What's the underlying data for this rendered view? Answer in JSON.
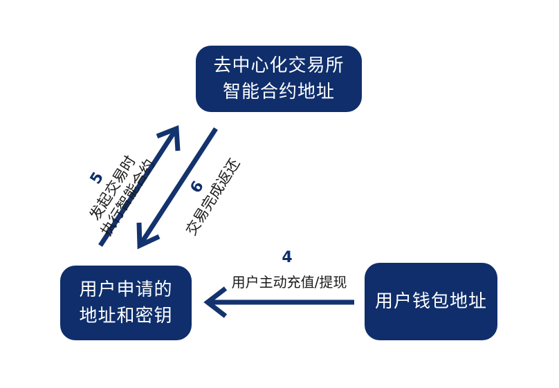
{
  "nodes": {
    "dex": {
      "line1": "去中心化交易所",
      "line2": "智能合约地址"
    },
    "user": {
      "line1": "用户申请的",
      "line2": "地址和密钥"
    },
    "wallet": {
      "line1": "用户钱包地址"
    }
  },
  "edges": {
    "e5": {
      "number": "5",
      "line1": "发起交易时",
      "line2": "执行智能合约"
    },
    "e6": {
      "number": "6",
      "line1": "交易完成返还"
    },
    "e4": {
      "number": "4",
      "line1": "用户主动充值/提现"
    }
  },
  "colors": {
    "node_fill": "#0f2e6b",
    "arrow": "#13336e"
  }
}
